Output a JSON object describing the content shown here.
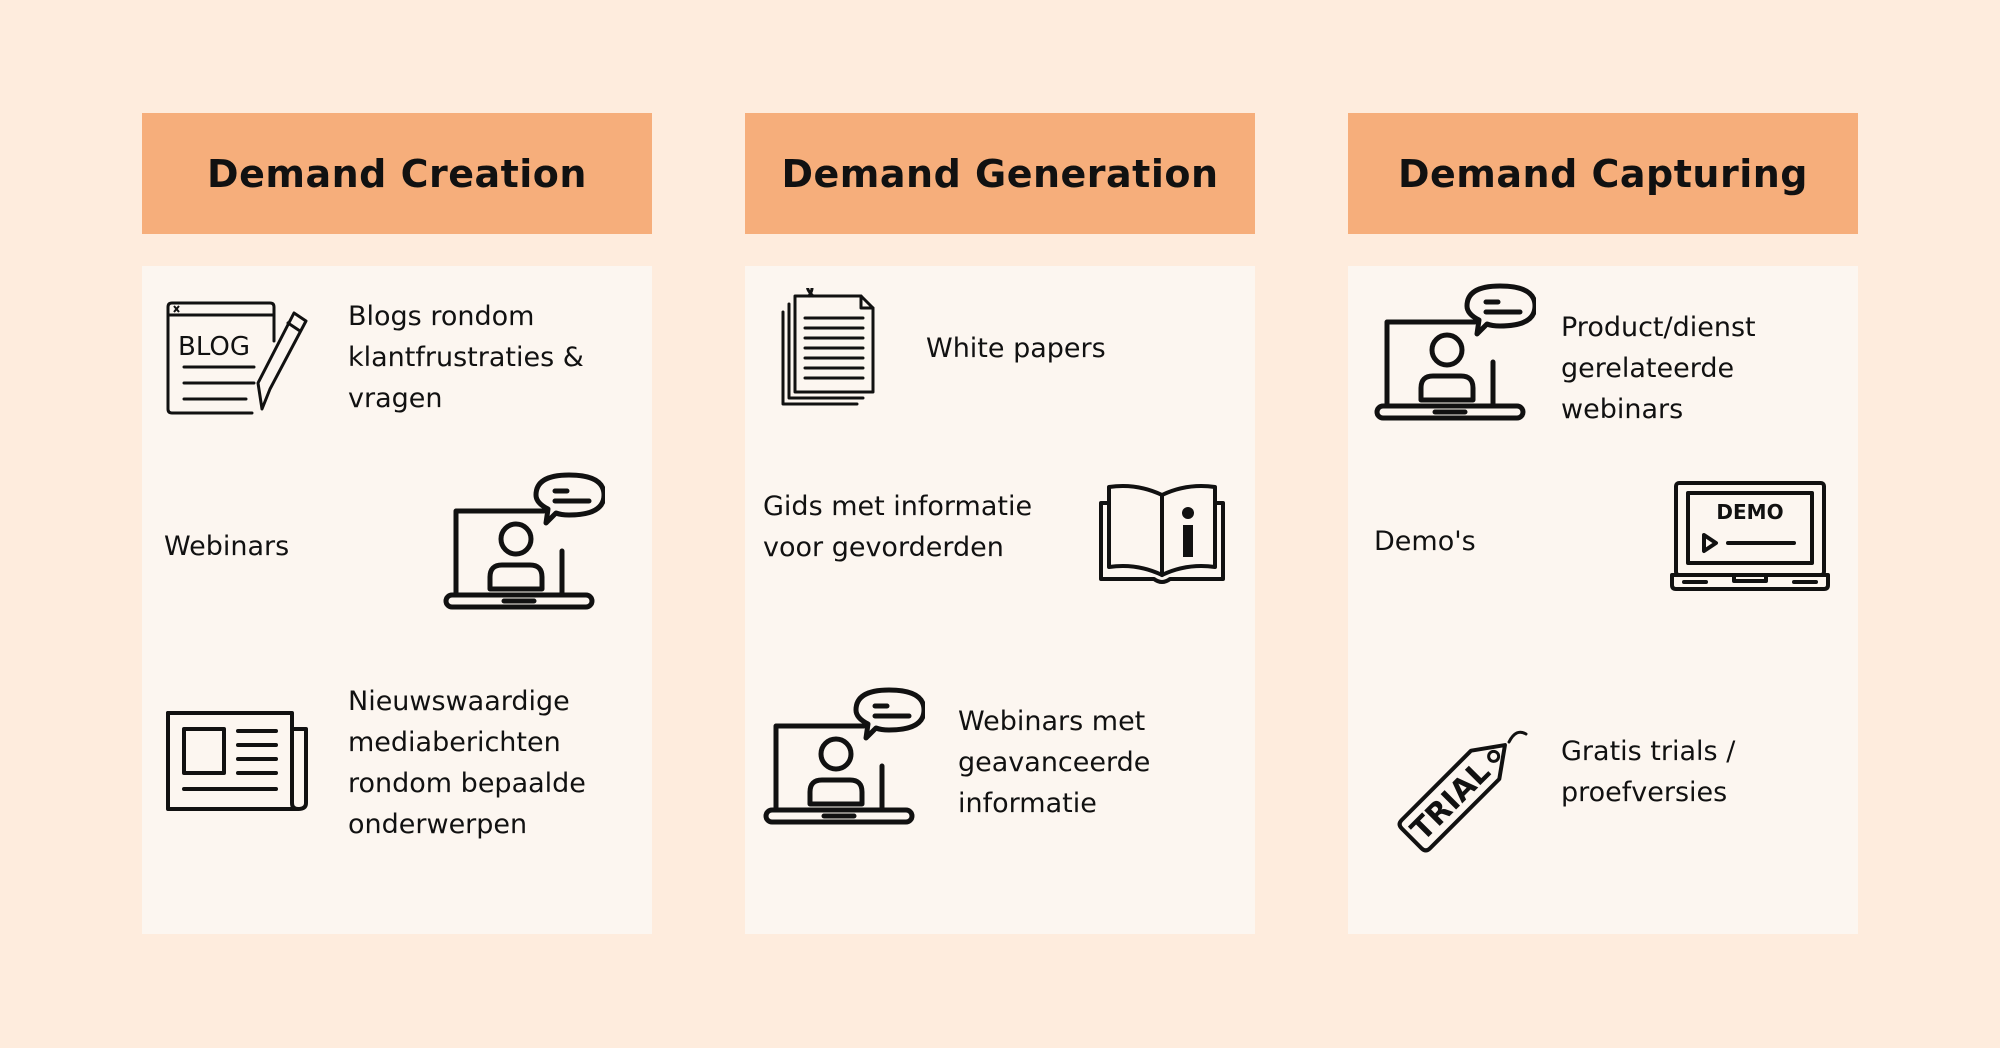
{
  "columns": [
    {
      "title": "Demand Creation",
      "items": [
        {
          "label": "Blogs rondom\nklantfrustraties &\nvragen",
          "icon": "blog-icon"
        },
        {
          "label": "Webinars",
          "icon": "laptop-webinar-icon"
        },
        {
          "label": "Nieuwswaardige\nmediaberichten\nrondom bepaalde\nonderwerpen",
          "icon": "newspaper-icon"
        }
      ]
    },
    {
      "title": "Demand Generation",
      "items": [
        {
          "label": "White papers",
          "icon": "document-stack-icon"
        },
        {
          "label": "Gids met informatie\nvoor gevorderden",
          "icon": "info-book-icon"
        },
        {
          "label": "Webinars met\ngeavanceerde\ninformatie",
          "icon": "laptop-webinar-icon"
        }
      ]
    },
    {
      "title": "Demand Capturing",
      "items": [
        {
          "label": "Product/dienst\ngerelateerde\nwebinars",
          "icon": "laptop-webinar-icon"
        },
        {
          "label": "Demo's",
          "icon": "demo-laptop-icon"
        },
        {
          "label": "Gratis trials /\nproefversies",
          "icon": "trial-tag-icon"
        }
      ]
    }
  ],
  "icon_text": {
    "blog": "BLOG",
    "demo": "DEMO",
    "trial": "TRIAL"
  },
  "colors": {
    "background": "#feecdd",
    "header": "#f6ae7b",
    "panel": "#fcf6f0",
    "ink": "#111111"
  }
}
